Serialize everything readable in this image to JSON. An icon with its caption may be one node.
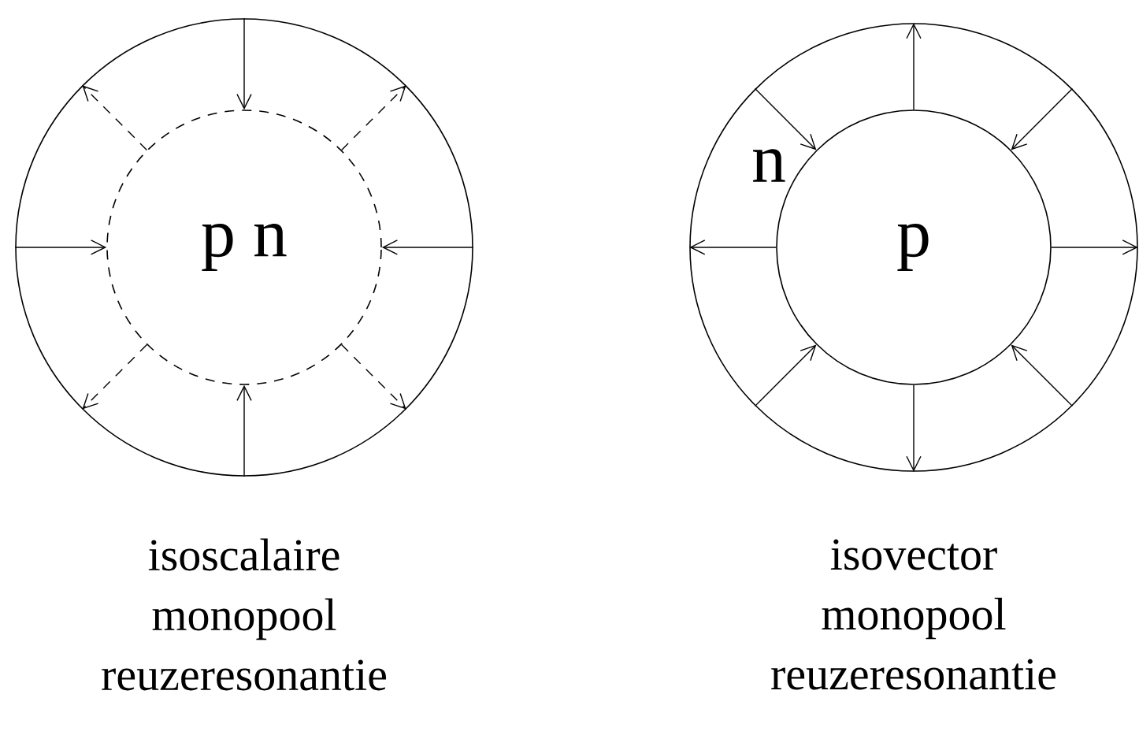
{
  "diagram": {
    "nodes": [
      {
        "text": [],
        "shape": "circle",
        "beside": [
          "isoscalaire monopool reuzeresonantie"
        ]
      },
      {
        "text": [
          "p n"
        ],
        "in": 0
      },
      {
        "text": [
          "n"
        ],
        "beside": [
          "isovector monopool reuzeresonantie"
        ]
      },
      {
        "text": [
          "p"
        ],
        "in": 2
      }
    ],
    "edges": [
      {
        "from": 0,
        "to": 1,
        "arrow": "to"
      },
      {
        "from": 1,
        "to": 0,
        "arrow": "to",
        "style": "dashed"
      },
      {
        "from": 1,
        "to": 0,
        "arrow": "to",
        "style": "dashed"
      },
      {
        "from": 0,
        "to": 1,
        "arrow": "to"
      },
      {
        "from": 1,
        "to": 0,
        "arrow": "to",
        "style": "dashed"
      },
      {
        "from": 0,
        "to": 1,
        "arrow": "to"
      },
      {
        "from": 1,
        "to": 0,
        "arrow": "to",
        "style": "dashed"
      },
      {
        "from": 0,
        "to": 1,
        "arrow": "to"
      },
      {
        "from": 3,
        "to": 2,
        "arrow": "to"
      },
      {
        "from": 2,
        "to": 3,
        "arrow": "to"
      },
      {
        "from": 2,
        "to": 3,
        "arrow": "to"
      },
      {
        "from": 3,
        "to": 2,
        "arrow": "to"
      },
      {
        "from": 2,
        "to": 3,
        "arrow": "to"
      },
      {
        "from": 3,
        "to": 2,
        "arrow": "to"
      },
      {
        "from": 2,
        "to": 3,
        "arrow": "to"
      },
      {
        "from": 3,
        "to": 2,
        "arrow": "to"
      }
    ]
  }
}
